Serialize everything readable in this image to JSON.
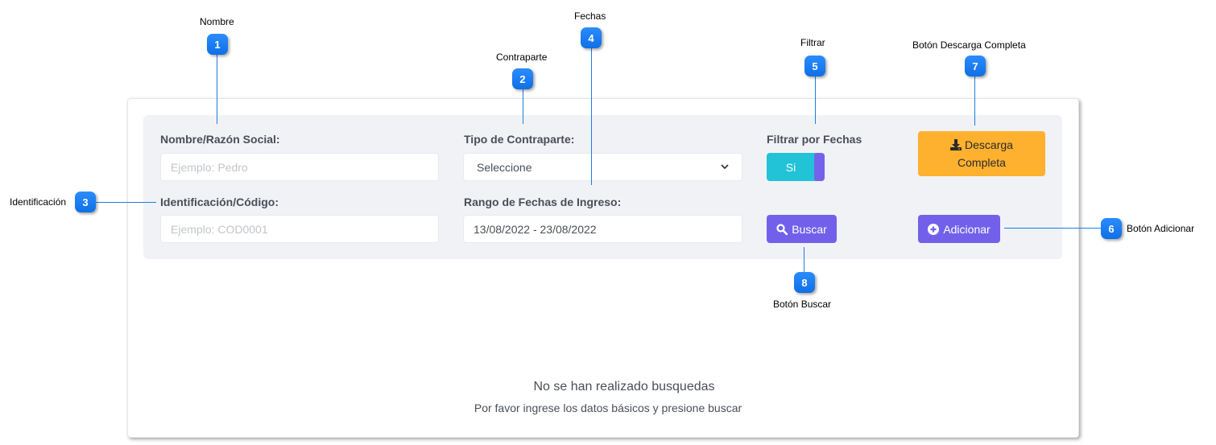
{
  "form": {
    "nombre": {
      "label": "Nombre/Razón Social:",
      "placeholder": "Ejemplo: Pedro",
      "value": ""
    },
    "tipo_contraparte": {
      "label": "Tipo de Contraparte:",
      "selected": "Seleccione"
    },
    "filtrar_fechas": {
      "label": "Filtrar por Fechas",
      "toggle_label": "Si",
      "toggle_state": "on"
    },
    "identificacion": {
      "label": "Identificación/Código:",
      "placeholder": "Ejemplo: COD0001",
      "value": ""
    },
    "rango_fechas": {
      "label": "Rango de Fechas de Ingreso:",
      "value": "13/08/2022 - 23/08/2022"
    }
  },
  "buttons": {
    "descarga": {
      "line1": "Descarga",
      "line2": "Completa",
      "icon": "download-icon"
    },
    "buscar": {
      "label": "Buscar",
      "icon": "search-icon"
    },
    "adicionar": {
      "label": "Adicionar",
      "icon": "plus-circle-icon"
    }
  },
  "empty_state": {
    "title": "No se han realizado busquedas",
    "subtitle": "Por favor ingrese los datos básicos y presione buscar"
  },
  "annotations": [
    {
      "number": "1",
      "label": "Nombre"
    },
    {
      "number": "2",
      "label": "Contraparte"
    },
    {
      "number": "3",
      "label": "Identificación"
    },
    {
      "number": "4",
      "label": "Fechas"
    },
    {
      "number": "5",
      "label": "Filtrar"
    },
    {
      "number": "6",
      "label": "Botón  Adicionar"
    },
    {
      "number": "7",
      "label": "Botón  Descarga Completa"
    },
    {
      "number": "8",
      "label": "Botón Buscar"
    }
  ],
  "colors": {
    "primary_purple": "#7360ea",
    "toggle_cyan": "#22c2d7",
    "download_orange": "#fdb12f",
    "annotation_blue": "#1b7df2",
    "panel_bg": "#f1f2f6"
  }
}
